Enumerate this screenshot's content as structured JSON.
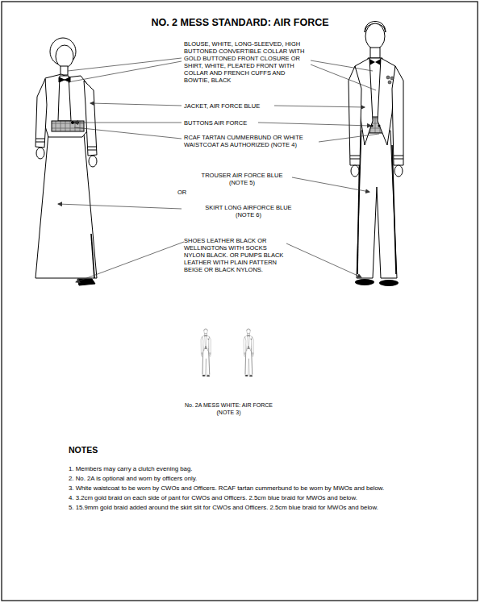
{
  "diagram": {
    "title": "NO. 2 MESS STANDARD: AIR FORCE",
    "labels": [
      "BLOUSE, WHITE, LONG-SLEEVED, HIGH BUTTONED CONVERTIBLE COLLAR WITH GOLD BUTTONED FRONT CLOSURE OR SHIRT, WHITE, PLEATED FRONT WITH COLLAR AND FRENCH CUFFS AND BOWTIE, BLACK",
      "JACKET, AIR FORCE BLUE",
      "BUTTONS AIR FORCE",
      "RCAF TARTAN CUMMERBUND OR WHITE WAISTCOAT AS AUTHORIZED (NOTE 4)",
      "TROUSER AIR FORCE BLUE (NOTE 5)",
      "OR",
      "SKIRT LONG AIRFORCE BLUE (NOTE 6)",
      "SHOES LEATHER BLACK OR WELLINGTONs WITH SOCKS NYLON BLACK. OR PUMPS BLACK LEATHER WITH PLAIN PATTERN BEIGE OR BLACK NYLONS.",
      "No. 2A MESS WHITE: AIR FORCE (NOTE 3)",
      "NOTES",
      "1. Members may carry a clutch evening bag.",
      "2. No. 2A is optional and worn by officers only.",
      "3. White waistcoat to be worn by CWOs and Officers. RCAF tartan cummerbund to be worn by MWOs and below.",
      "4. 3.2cm gold braid on each side of pant for CWOs and Officers. 2.5cm blue braid for MWOs and below.",
      "5. 15.9mm gold braid added around the skirt slit for CWOs and Officers. 2.5cm blue braid for MWOs and below."
    ]
  }
}
